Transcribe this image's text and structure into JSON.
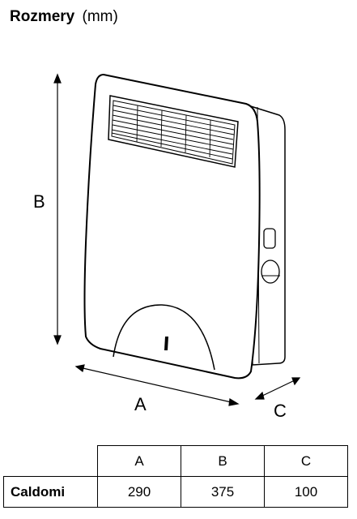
{
  "header": {
    "title": "Rozmery",
    "unit": "(mm)"
  },
  "dimension_labels": {
    "a": "A",
    "b": "B",
    "c": "C"
  },
  "table": {
    "columns": [
      "A",
      "B",
      "C"
    ],
    "rows": [
      {
        "name": "Caldomi",
        "values": [
          "290",
          "375",
          "100"
        ]
      }
    ]
  }
}
